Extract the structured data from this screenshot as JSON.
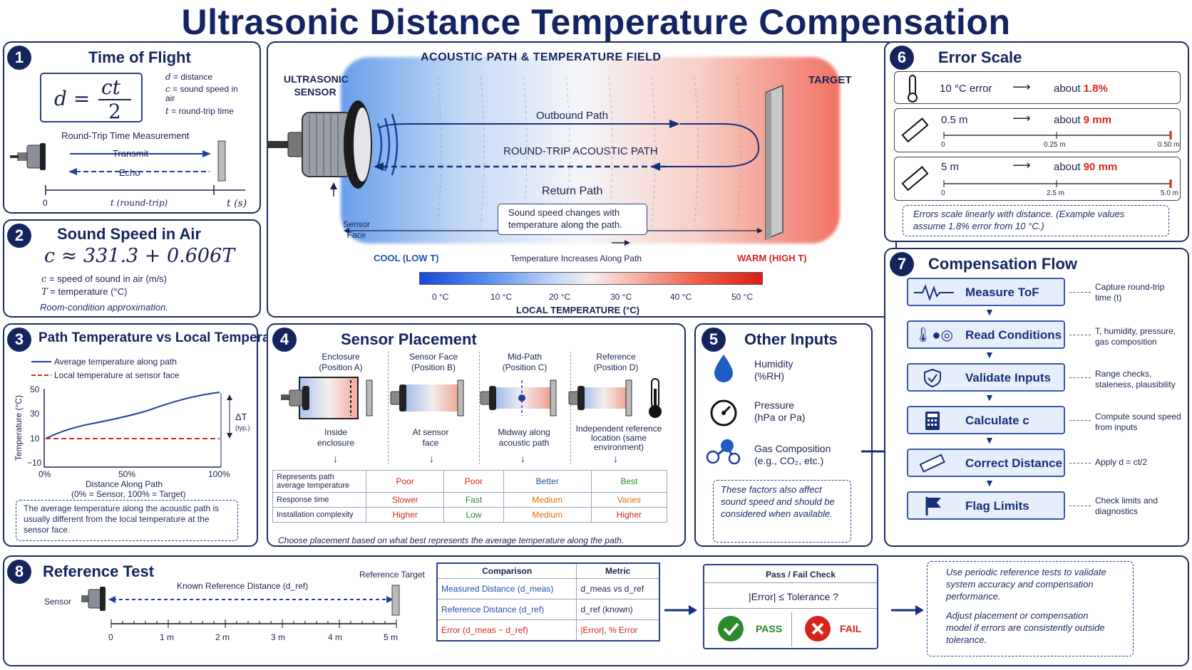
{
  "title": "Ultrasonic Distance Temperature Compensation",
  "p1": {
    "badge": "1",
    "title": "Time of Flight",
    "formula_lhs": "d =",
    "formula_num": "ct",
    "formula_den": "2",
    "legend": [
      {
        "sym": "d",
        "text": "= distance"
      },
      {
        "sym": "c",
        "text": "= sound speed in air"
      },
      {
        "sym": "t",
        "text": "= round-trip time"
      }
    ],
    "sub": "Round-Trip Time Measurement",
    "transmit": "Transmit",
    "echo": "Echo",
    "axis_zero": "0",
    "axis_mid": "t (round-trip)",
    "axis_end": "t (s)"
  },
  "p2": {
    "badge": "2",
    "title": "Sound Speed in Air",
    "formula": "c ≈ 331.3 + 0.606T",
    "l1_sym": "c",
    "l1": "= speed of sound in air (m/s)",
    "l2_sym": "T",
    "l2": "= temperature (°C)",
    "note": "Room-condition approximation."
  },
  "center": {
    "title": "ACOUSTIC PATH & TEMPERATURE FIELD",
    "sensor": "ULTRASONIC SENSOR",
    "target": "TARGET",
    "outbound": "Outbound Path",
    "roundtrip": "ROUND-TRIP ACOUSTIC PATH",
    "return": "Return Path",
    "sensor_face": "Sensor Face",
    "callout": "Sound speed changes with temperature along the path.",
    "cool": "COOL (LOW T)",
    "warm": "WARM (HIGH T)",
    "increase": "Temperature Increases Along Path",
    "ticks": [
      "0 °C",
      "10 °C",
      "20 °C",
      "30 °C",
      "40 °C",
      "50 °C"
    ],
    "scale_label": "LOCAL TEMPERATURE (°C)"
  },
  "p3": {
    "badge": "3",
    "title": "Path Temperature vs Local Temperature",
    "legend_avg": "Average temperature along path",
    "legend_local": "Local temperature at sensor face",
    "ylabel": "Temperature (°C)",
    "yticks": [
      "50",
      "30",
      "10",
      "−10"
    ],
    "xticks": [
      "0%",
      "50%",
      "100%"
    ],
    "xlabel": "Distance Along Path",
    "xsub": "(0% = Sensor, 100% = Target)",
    "delta": "ΔT",
    "delta_sub": "(typ.)",
    "note": "The average temperature along the acoustic path is usually different from the local temperature at the sensor face."
  },
  "p4": {
    "badge": "4",
    "title": "Sensor Placement",
    "positions": [
      {
        "name": "Enclosure",
        "pos": "(Position A)",
        "desc": "Inside enclosure"
      },
      {
        "name": "Sensor Face",
        "pos": "(Position B)",
        "desc": "At sensor face"
      },
      {
        "name": "Mid-Path",
        "pos": "(Position C)",
        "desc": "Midway along acoustic path"
      },
      {
        "name": "Reference",
        "pos": "(Position D)",
        "desc": "Independent reference location (same environment)"
      }
    ],
    "rows": [
      {
        "label": "Represents path average temperature",
        "a": "Poor",
        "b": "Poor",
        "c": "Better",
        "d": "Best"
      },
      {
        "label": "Response time",
        "a": "Slower",
        "b": "Fast",
        "c": "Medium",
        "d": "Varies"
      },
      {
        "label": "Installation complexity",
        "a": "Higher",
        "b": "Low",
        "c": "Medium",
        "d": "Higher"
      }
    ],
    "note": "Choose placement based on what best represents the average temperature along the path."
  },
  "p5": {
    "badge": "5",
    "title": "Other Inputs",
    "items": [
      {
        "name": "Humidity",
        "unit": "(%RH)"
      },
      {
        "name": "Pressure",
        "unit": "(hPa or Pa)"
      },
      {
        "name": "Gas Composition",
        "unit": "(e.g., CO₂, etc.)"
      }
    ],
    "note": "These factors also affect sound speed and should be considered when available."
  },
  "p6": {
    "badge": "6",
    "title": "Error Scale",
    "rows": [
      {
        "left": "10 °C error",
        "about": "about",
        "value": "1.8%"
      },
      {
        "left": "0.5 m",
        "about": "about",
        "value": "9 mm",
        "ticks": [
          "0",
          "0.25 m",
          "0.50 m"
        ]
      },
      {
        "left": "5 m",
        "about": "about",
        "value": "90 mm",
        "ticks": [
          "0",
          "2.5 m",
          "5.0 m"
        ]
      }
    ],
    "note": "Errors scale linearly with distance. (Example values assume 1.8% error from 10 °C.)"
  },
  "p7": {
    "badge": "7",
    "title": "Compensation Flow",
    "steps": [
      {
        "label": "Measure ToF",
        "note": "Capture round-trip time (t)"
      },
      {
        "label": "Read Conditions",
        "note": "T, humidity, pressure, gas composition"
      },
      {
        "label": "Validate Inputs",
        "note": "Range checks, staleness, plausibility"
      },
      {
        "label": "Calculate c",
        "note": "Compute sound speed from inputs"
      },
      {
        "label": "Correct Distance",
        "note": "Apply d = ct/2"
      },
      {
        "label": "Flag Limits",
        "note": "Check limits and diagnostics"
      }
    ]
  },
  "p8": {
    "badge": "8",
    "title": "Reference Test",
    "sensor": "Sensor",
    "known": "Known Reference Distance (d_ref)",
    "ref_target": "Reference Target",
    "ruler": [
      "0",
      "1 m",
      "2 m",
      "3 m",
      "4 m",
      "5 m"
    ],
    "table_head": [
      "Comparison",
      "Metric"
    ],
    "table_rows": [
      [
        "Measured Distance (d_meas)",
        "d_meas vs d_ref"
      ],
      [
        "Reference Distance (d_ref)",
        "d_ref (known)"
      ],
      [
        "Error (d_meas − d_ref)",
        "|Error|, % Error"
      ]
    ],
    "check_title": "Pass / Fail Check",
    "check_expr": "|Error| ≤ Tolerance ?",
    "pass": "PASS",
    "fail": "FAIL",
    "note1": "Use periodic reference tests to validate system accuracy and compensation performance.",
    "note2": "Adjust placement or compensation model if errors are consistently outside tolerance."
  }
}
